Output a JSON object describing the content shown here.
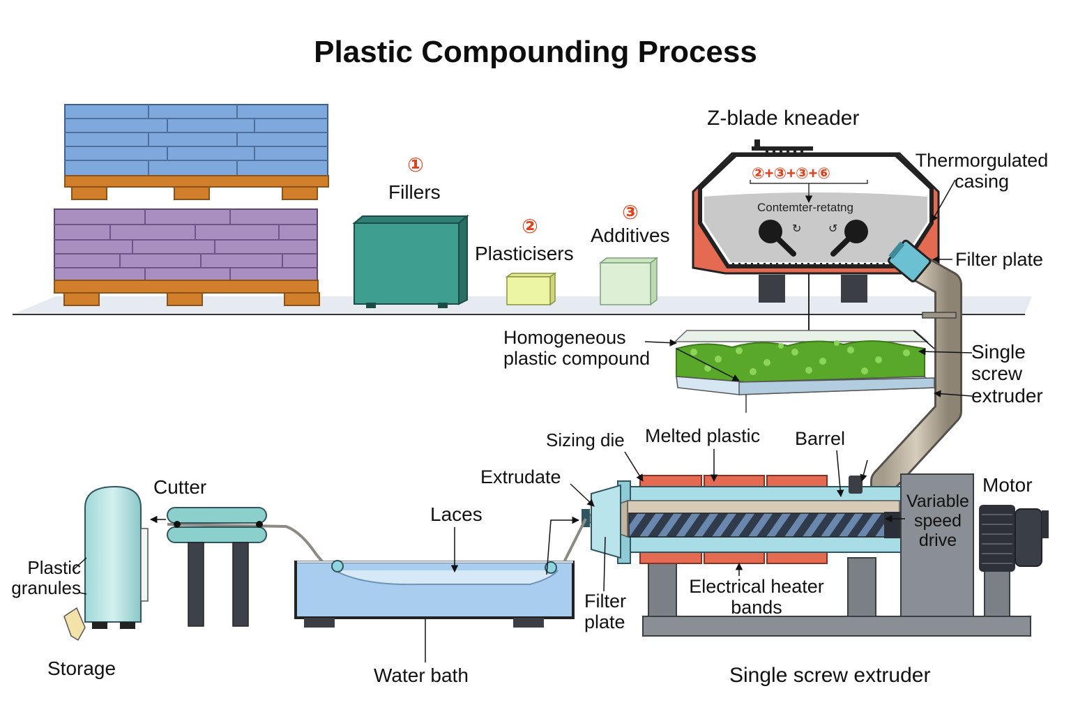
{
  "title": "Plastic Compounding Process",
  "steps": {
    "fillers": {
      "number": "①",
      "label": "Fillers"
    },
    "plasticisers": {
      "number": "②",
      "label": "Plasticisers"
    },
    "additives": {
      "number": "③",
      "label": "Additives"
    }
  },
  "kneader": {
    "title": "Z-blade kneader",
    "formula": "②+③+③+⑥",
    "inner_text": "Contemter-retatng",
    "rotation_left": "↻",
    "rotation_right": "↺",
    "casing_label": [
      "Thermorgulated",
      "casing"
    ],
    "filter_plate_label": "Filter plate"
  },
  "compound_label": [
    "Homogeneous",
    "plastic compound"
  ],
  "single_screw_extruder_label": [
    "Single",
    "screw",
    "extruder"
  ],
  "extruder": {
    "sizing_die": "Sizing die",
    "melted_plastic": "Melted plastic",
    "barrel": "Barrel",
    "extrudate": "Extrudate",
    "motor": "Motor",
    "variable_speed_drive": [
      "Variable",
      "speed",
      "drive"
    ],
    "heater_bands": [
      "Electrical heater",
      "bands"
    ],
    "filter_plate": [
      "Filter",
      "plate"
    ],
    "caption": "Single screw extruder"
  },
  "laces": "Laces",
  "water_bath": "Water bath",
  "cutter": "Cutter",
  "plastic_granules": [
    "Plastic",
    "granules"
  ],
  "storage": "Storage",
  "colors": {
    "blue_bricks": "#7fa9dc",
    "purple_bricks": "#a98ec0",
    "pallet": "#d17f2b",
    "filler_box": "#3e9f91",
    "plasticiser_box": "#ecf5a3",
    "additive_box": "#ddefd4",
    "heater": "#e56a52",
    "barrel": "#a8dde6",
    "water": "#a9cdee",
    "pellets": "#5aa82a",
    "accent_numbers": "#e0401c"
  }
}
